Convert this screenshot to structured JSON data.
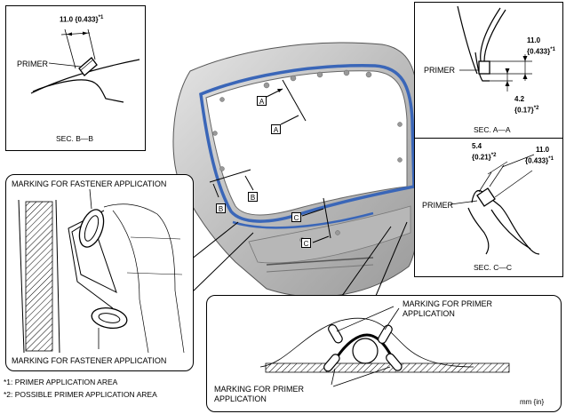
{
  "sec_bb": {
    "dim_value": "11.0 {0.433}",
    "dim_sup": "*1",
    "primer": "PRIMER",
    "caption": "SEC. B—B"
  },
  "sec_aa": {
    "dim_main": "11.0",
    "dim_main_in": "{0.433}",
    "dim_main_sup": "*1",
    "primer": "PRIMER",
    "dim_small": "4.2",
    "dim_small_in": "{0.17}",
    "dim_small_sup": "*2",
    "caption": "SEC. A—A"
  },
  "sec_cc": {
    "dim_left": "5.4",
    "dim_left_in": "{0.21}",
    "dim_left_sup": "*2",
    "dim_right": "11.0",
    "dim_right_in": "{0.433}",
    "dim_right_sup": "*1",
    "primer": "PRIMER",
    "caption": "SEC. C—C"
  },
  "fastener": {
    "top_label": "MARKING FOR FASTENER APPLICATION",
    "bottom_label": "MARKING FOR FASTENER APPLICATION"
  },
  "primer_detail": {
    "top_label_1": "MARKING FOR PRIMER",
    "top_label_2": "APPLICATION",
    "bottom_label_1": "MARKING FOR PRIMER",
    "bottom_label_2": "APPLICATION"
  },
  "section_tags": [
    "A",
    "A",
    "B",
    "B",
    "C",
    "C"
  ],
  "notes": {
    "note1": "*1: PRIMER APPLICATION AREA",
    "note2": "*2: POSSIBLE PRIMER APPLICATION AREA"
  },
  "units": "mm {in}",
  "colors": {
    "sealant": "#3a66b8",
    "body": "#c9c9c9"
  }
}
